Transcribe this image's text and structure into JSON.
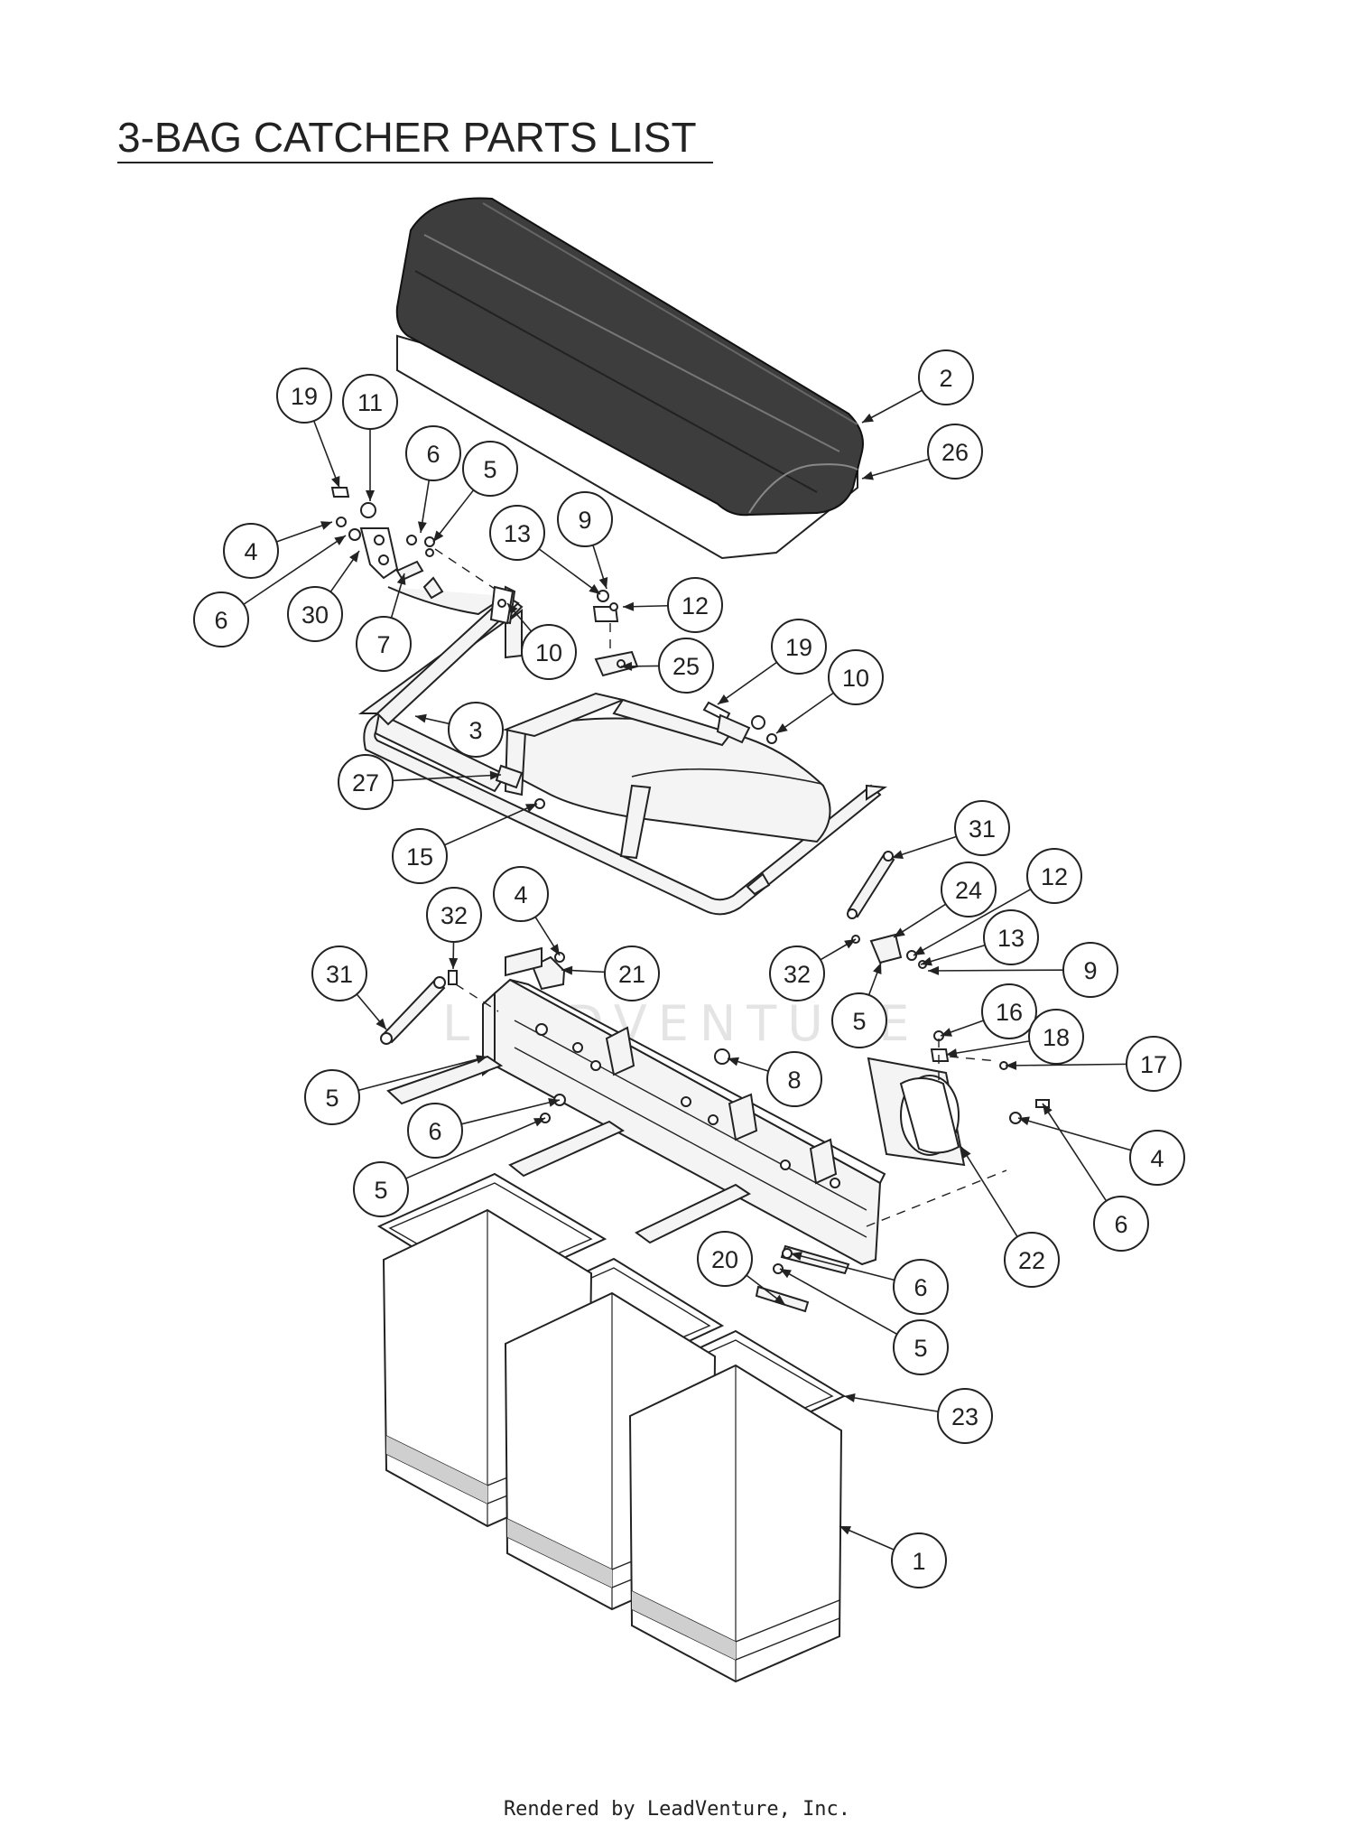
{
  "title": "3-BAG CATCHER PARTS LIST",
  "watermark": "LEADVENTURE",
  "footer": "Rendered by LeadVenture, Inc.",
  "callouts": [
    {
      "label": "19"
    },
    {
      "label": "11"
    },
    {
      "label": "6"
    },
    {
      "label": "5"
    },
    {
      "label": "4"
    },
    {
      "label": "6"
    },
    {
      "label": "30"
    },
    {
      "label": "7"
    },
    {
      "label": "10"
    },
    {
      "label": "13"
    },
    {
      "label": "9"
    },
    {
      "label": "12"
    },
    {
      "label": "25"
    },
    {
      "label": "2"
    },
    {
      "label": "26"
    },
    {
      "label": "19"
    },
    {
      "label": "10"
    },
    {
      "label": "3"
    },
    {
      "label": "27"
    },
    {
      "label": "15"
    },
    {
      "label": "31"
    },
    {
      "label": "24"
    },
    {
      "label": "12"
    },
    {
      "label": "13"
    },
    {
      "label": "9"
    },
    {
      "label": "32"
    },
    {
      "label": "5"
    },
    {
      "label": "4"
    },
    {
      "label": "32"
    },
    {
      "label": "21"
    },
    {
      "label": "31"
    },
    {
      "label": "5"
    },
    {
      "label": "8"
    },
    {
      "label": "6"
    },
    {
      "label": "5"
    },
    {
      "label": "16"
    },
    {
      "label": "18"
    },
    {
      "label": "17"
    },
    {
      "label": "4"
    },
    {
      "label": "6"
    },
    {
      "label": "22"
    },
    {
      "label": "20"
    },
    {
      "label": "6"
    },
    {
      "label": "5"
    },
    {
      "label": "23"
    },
    {
      "label": "1"
    }
  ]
}
